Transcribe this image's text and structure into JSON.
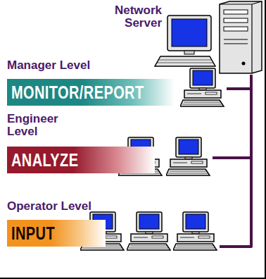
{
  "diagram": {
    "nodes": [
      {
        "text": [
          "Network Server"
        ]
      },
      {
        "text": [
          "Manager Level",
          "MONITOR/REPORT"
        ]
      },
      {
        "text": [
          "Engineer Level",
          "ANALYZE"
        ]
      },
      {
        "text": [
          "Operator Level",
          "INPUT"
        ]
      }
    ],
    "edges": [
      {
        "from": 0,
        "to": 1,
        "arrow": "none"
      },
      {
        "from": 0,
        "to": 2,
        "arrow": "none"
      },
      {
        "from": 0,
        "to": 3,
        "arrow": "none"
      }
    ]
  }
}
